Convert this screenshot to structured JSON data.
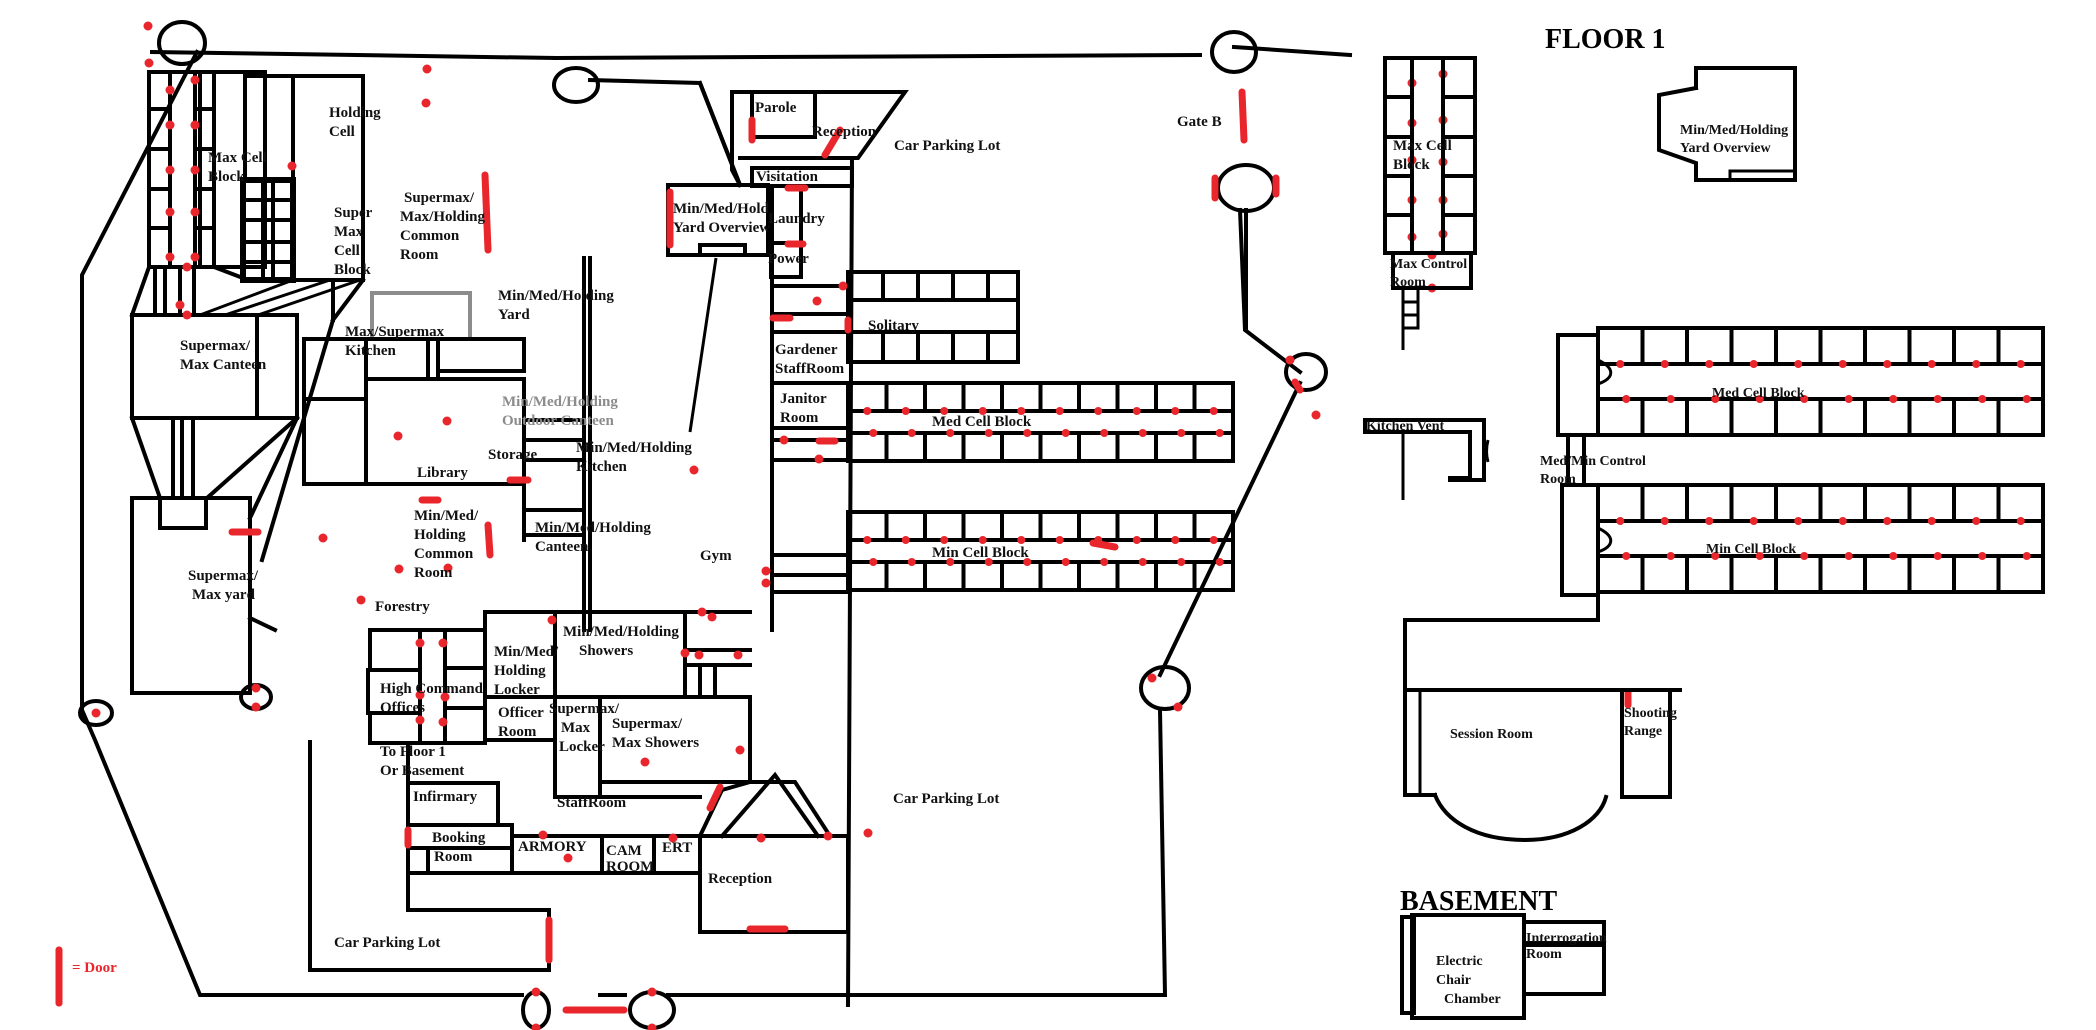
{
  "titles": {
    "floor1": "FLOOR 1",
    "basement": "BASEMENT"
  },
  "legend": {
    "door_label": "= Door",
    "door_color": "#e8262b"
  },
  "ground_floor": {
    "max_cell_block": [
      "Max Cell",
      "Block"
    ],
    "holding_cell": [
      "Holding",
      "Cell"
    ],
    "supermax_cell_block": [
      "Super",
      "Max",
      "Cell",
      "Block"
    ],
    "common_room_max": [
      "Supermax/",
      "Max/Holding",
      "Common",
      "Room"
    ],
    "supermax_canteen": [
      "Supermax/",
      "Max Canteen"
    ],
    "max_kitchen": [
      "Max/Supermax",
      "Kitchen"
    ],
    "yard": [
      "Min/Med/Holding",
      "Yard"
    ],
    "outdoor_canteen": [
      "Min/Med/Holding",
      "Outdoor Canteen"
    ],
    "library": "Library",
    "storage": "Storage",
    "minmed_kitchen": [
      "Min/Med/Holding",
      "Kitchen"
    ],
    "minmed_common_room": [
      "Min/Med/",
      "Holding",
      "Common",
      "Room"
    ],
    "minmed_canteen": [
      "Min/Med/Holding",
      "Canteen"
    ],
    "supermax_yard": [
      "Supermax/",
      "Max yard"
    ],
    "forestry": "Forestry",
    "gym": "Gym",
    "minmed_showers": [
      "Min/Med/Holding",
      "Showers"
    ],
    "minmed_locker": [
      "Min/Med/",
      "Holding",
      "Locker"
    ],
    "high_command": [
      "High Command",
      "Offices"
    ],
    "officer_room": [
      "Officer",
      "Room"
    ],
    "supermax_locker": [
      "Supermax/",
      "Max",
      "Locker"
    ],
    "supermax_showers": [
      "Supermax/",
      "Max Showers"
    ],
    "to_floor": [
      "To Floor 1",
      "Or Basement"
    ],
    "infirmary": "Infirmary",
    "staffroom": "StaffRoom",
    "booking_room": [
      "Booking",
      "Room"
    ],
    "armory": "ARMORY",
    "cam_room": [
      "CAM",
      "ROOM"
    ],
    "ert": "ERT",
    "reception_south": "Reception",
    "car_parking_sw": "Car Parking Lot",
    "car_parking_se": "Car Parking Lot",
    "car_parking_ne": "Car Parking Lot",
    "parole": "Parole",
    "reception_north": "Reception",
    "visitation": "Visitation",
    "yard_overview": [
      "Min/Med/Hold",
      "Yard Overview"
    ],
    "laundry": "Laundry",
    "power": "Power",
    "solitary": "Solitary",
    "gardener": [
      "Gardener",
      "StaffRoom"
    ],
    "janitor": [
      "Janitor",
      "Room"
    ],
    "med_cell_block": "Med Cell Block",
    "min_cell_block": "Min Cell Block",
    "gate_b": "Gate B"
  },
  "floor1": {
    "max_cell_block": [
      "Max Cell",
      "Block"
    ],
    "max_control_room": [
      "Max Control",
      "Room"
    ],
    "yard_overview": [
      "Min/Med/Holding",
      "Yard Overview"
    ],
    "kitchen_vent": "Kitchen Vent",
    "med_min_control": [
      "Med/Min Control",
      "Room"
    ],
    "med_cell_block": "Med Cell Block",
    "min_cell_block": "Min Cell Block",
    "session_room": "Session Room",
    "shooting_range": [
      "Shooting",
      "Range"
    ]
  },
  "basement": {
    "electric_chair": [
      "Electric",
      "Chair",
      "Chamber"
    ],
    "interrogation": [
      "Interrogation",
      "Room"
    ]
  }
}
